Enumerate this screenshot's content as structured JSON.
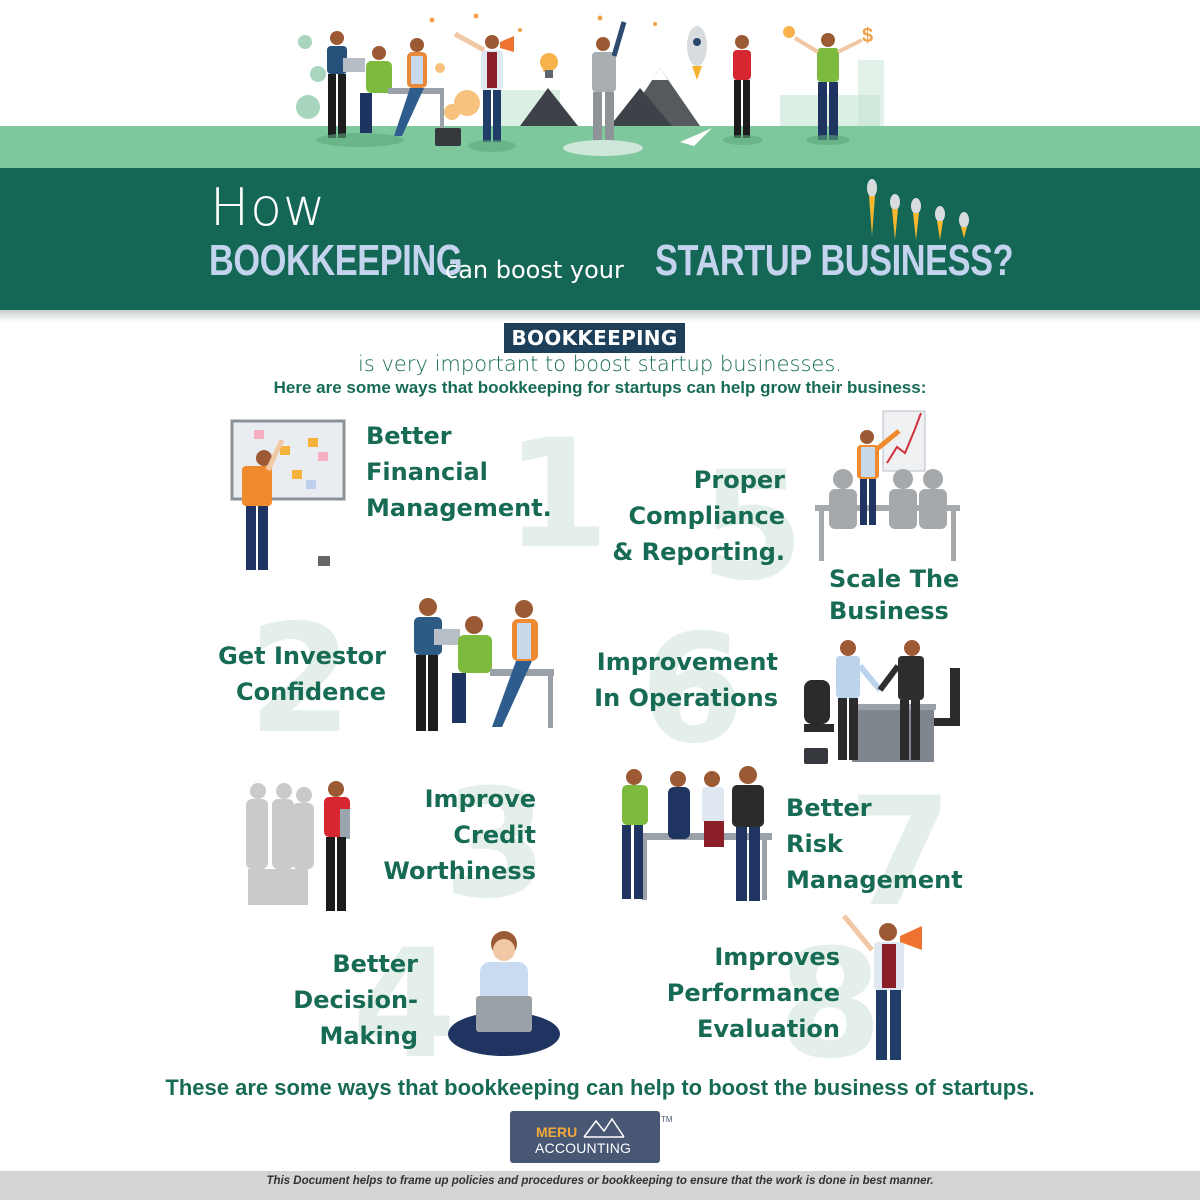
{
  "header": {
    "title_line1": "How",
    "title_word1": "BOOKKEEPING",
    "title_connector": "can boost your",
    "title_word2": "STARTUP BUSINESS?"
  },
  "intro": {
    "badge": "BOOKKEEPING",
    "line1": "is very important to boost startup businesses.",
    "line2": "Here are some ways that bookkeeping for startups can help grow their business:"
  },
  "items": [
    {
      "number": "1",
      "lines": [
        "Better",
        "Financial",
        "Management."
      ],
      "illustration": "man-at-whiteboard"
    },
    {
      "number": "2",
      "lines": [
        "Get Investor",
        "Confidence"
      ],
      "illustration": "team-discussion"
    },
    {
      "number": "3",
      "lines": [
        "Improve",
        "Credit",
        "Worthiness"
      ],
      "illustration": "thinking-woman"
    },
    {
      "number": "4",
      "lines": [
        "Better",
        "Decision-",
        "Making"
      ],
      "illustration": "man-with-laptop"
    },
    {
      "number": "5",
      "lines": [
        "Proper",
        "Compliance",
        "& Reporting."
      ],
      "illustration": "presentation-chart"
    },
    {
      "number": "",
      "lines": [
        "Scale The",
        "Business"
      ],
      "illustration": ""
    },
    {
      "number": "6",
      "lines": [
        "Improvement",
        "In Operations"
      ],
      "illustration": "handshake-deal"
    },
    {
      "number": "7",
      "lines": [
        "Better",
        "Risk",
        "Management"
      ],
      "illustration": "team-meeting"
    },
    {
      "number": "8",
      "lines": [
        "Improves",
        "Performance",
        "Evaluation"
      ],
      "illustration": "man-with-megaphone"
    }
  ],
  "conclusion": "These are some ways that bookkeeping can help to boost the business of startups.",
  "logo": {
    "brand_top": "MERU",
    "brand_bottom": "ACCOUNTING",
    "trademark": "TM"
  },
  "footer": {
    "text": "This Document helps to frame up policies and procedures or bookkeeping to ensure that the work is done in best manner."
  },
  "colors": {
    "banner": "#156755",
    "ground": "#7fc79d",
    "text_green": "#176b55",
    "title_highlight": "#c4d3ee",
    "badge_bg": "#1d3f5a",
    "number_watermark": "#e3efe8",
    "logo_bg": "#485774",
    "logo_accent": "#f2a93b",
    "footer_bar": "#d4d4d5"
  }
}
